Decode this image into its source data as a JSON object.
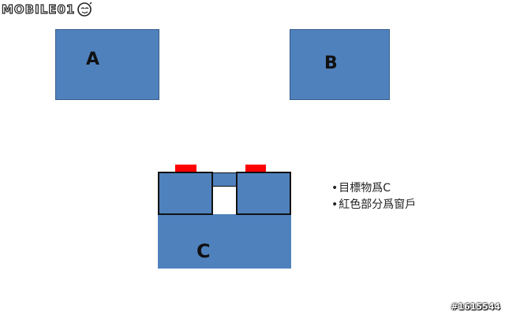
{
  "logo": {
    "text": "MOBILE01"
  },
  "shapes": {
    "a": {
      "label": "A"
    },
    "b": {
      "label": "B"
    },
    "c": {
      "label": "C"
    }
  },
  "notes": [
    "目標物爲C",
    "紅色部分爲窗戶"
  ],
  "watermark": "#1615544",
  "colors": {
    "shape_fill": "#4f81bd",
    "shape_border": "#385d8a",
    "window_red": "#ff0000"
  }
}
